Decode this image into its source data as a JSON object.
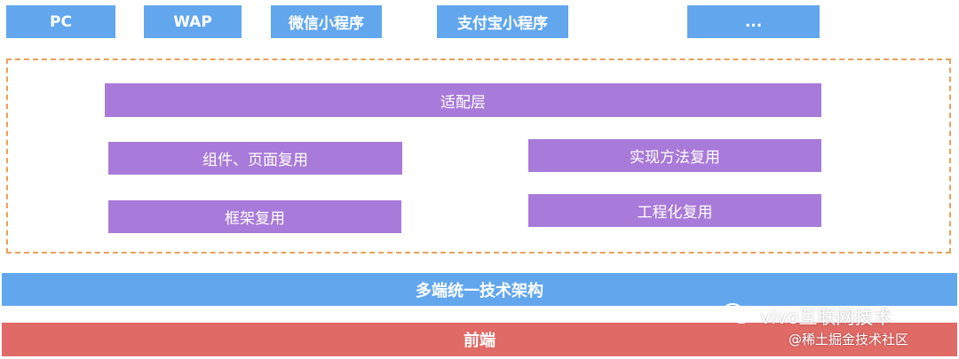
{
  "platforms": [
    "PC",
    "WAP",
    "微信小程序",
    "支付宝小程序",
    "..."
  ],
  "adapter_layer": "适配层",
  "reuse_items": {
    "component_page": "组件、页面复用",
    "method": "实现方法复用",
    "framework": "框架复用",
    "engineering": "工程化复用"
  },
  "architecture": "多端统一技术架构",
  "frontend": "前端",
  "watermark": {
    "account": "vivo互联网技术",
    "site": "@稀土掘金技术社区"
  },
  "colors": {
    "platform_blue": "#62a7ee",
    "purple": "#a87ad9",
    "dashed_orange": "#e8a15c",
    "frontend_red": "#e06a66"
  }
}
